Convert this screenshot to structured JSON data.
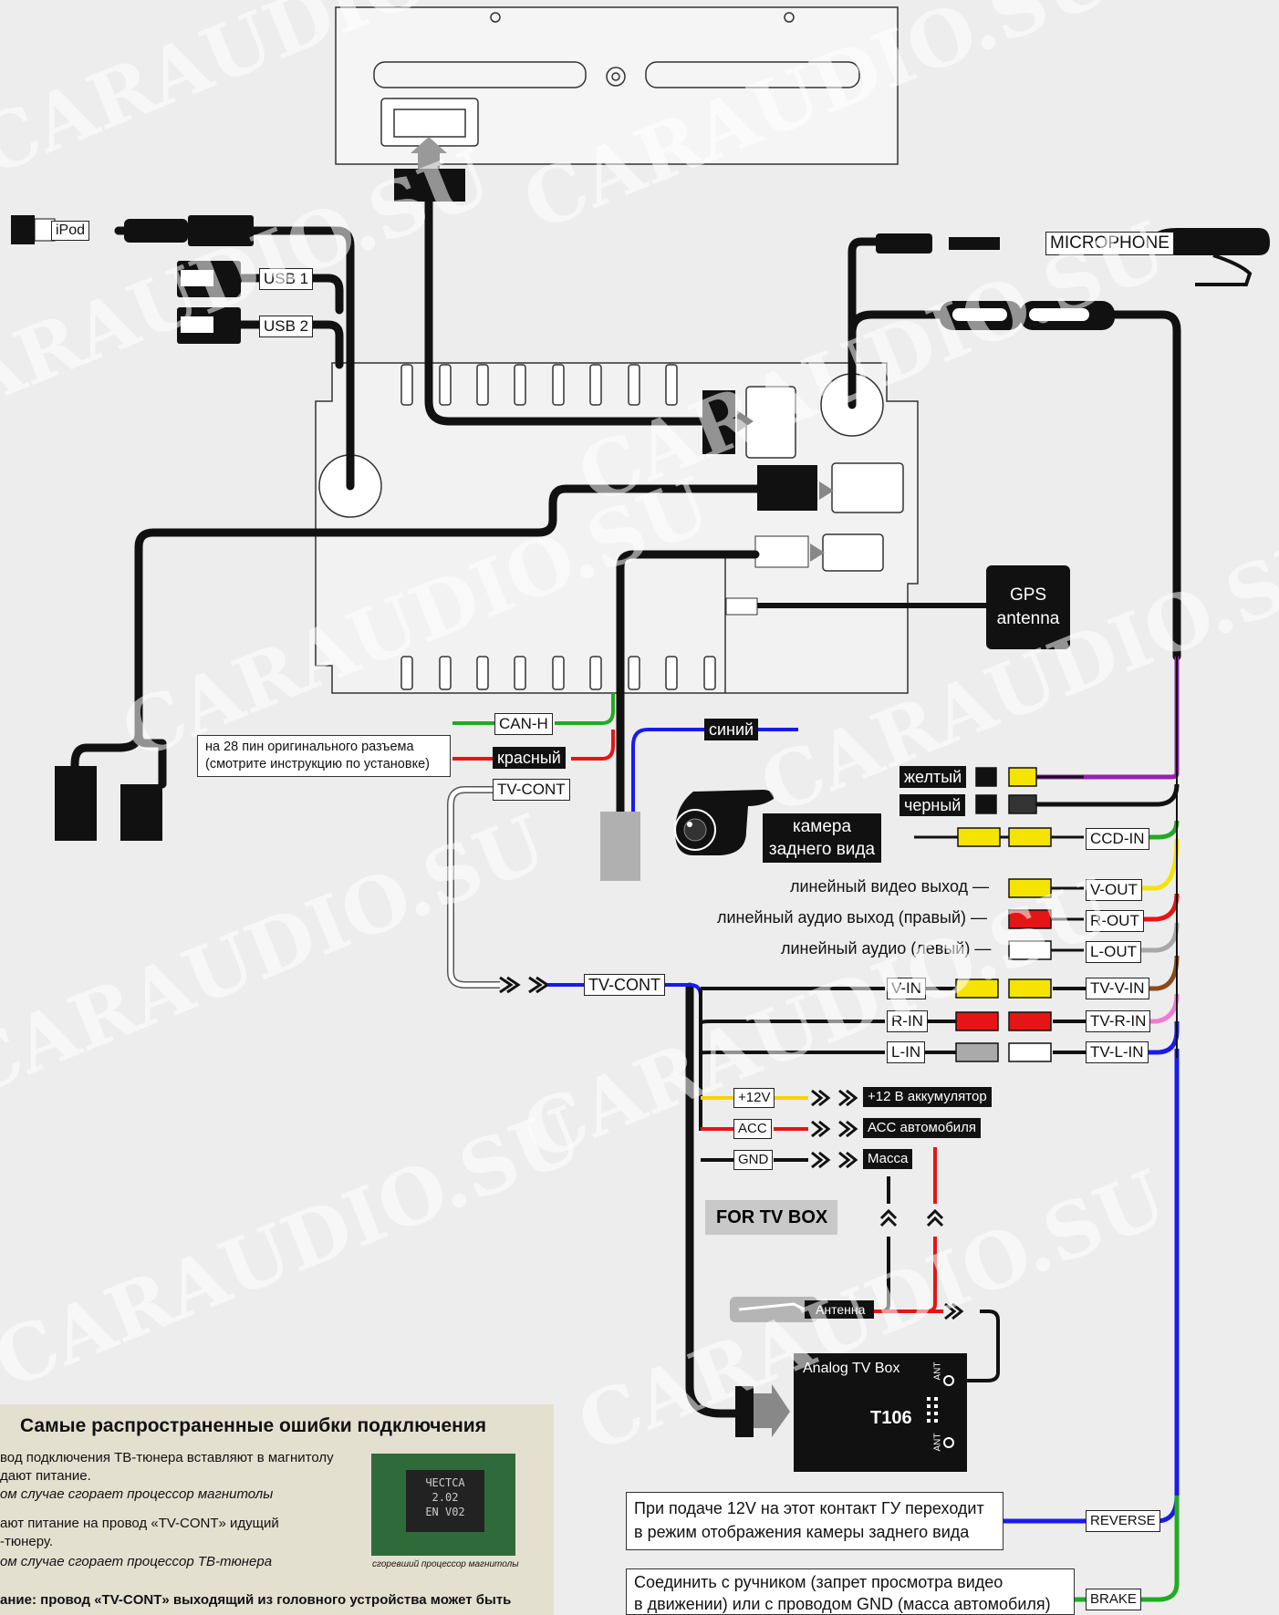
{
  "watermark": "CARAUDIO.SU",
  "connectors": {
    "ipod": "iPod",
    "usb1": "USB 1",
    "usb2": "USB 2",
    "microphone": "MICROPHONE",
    "gps": [
      "GPS",
      "antenna"
    ],
    "can_h": "CAN-H",
    "krasny": "красный",
    "tv_cont": "TV-CONT",
    "siniy": "синий",
    "pin28_note": [
      "на 28 пин оригинального разъема",
      "(смотрите инструкцию по установке)"
    ],
    "zheltiy": "желтый",
    "cherniy": "черный",
    "camera": [
      "камера",
      "заднего вида"
    ],
    "ccd_in": "CCD-IN",
    "line_video_out": "линейный видео выход —",
    "line_audio_right": "линейный аудио выход (правый) —",
    "line_audio_left": "линейный аудио (левый) —",
    "v_out": "V-OUT",
    "r_out": "R-OUT",
    "l_out": "L-OUT",
    "tv_cont2": "TV-CONT",
    "v_in": "V-IN",
    "r_in": "R-IN",
    "l_in": "L-IN",
    "tv_v_in": "TV-V-IN",
    "tv_r_in": "TV-R-IN",
    "tv_l_in": "TV-L-IN",
    "plus12v": "+12V",
    "acc": "ACC",
    "gnd": "GND",
    "plus12_battery": "+12 В аккумулятор",
    "acc_car": "АСС автомобиля",
    "massa": "Масса",
    "for_tv_box": "FOR TV BOX",
    "antenna": "Антенна",
    "tvbox_title": "Analog TV Box",
    "tvbox_model": "T106",
    "tvbox_ant": "ANT",
    "reverse": "REVERSE",
    "brake": "BRAKE",
    "reverse_note": [
      "При подаче 12V на этот контакт ГУ переходит",
      "в режим отображения камеры заднего вида"
    ],
    "brake_note": [
      "Соединить с ручником (запрет просмотра видео",
      "в движении) или с проводом GND (масса автомобиля)"
    ]
  },
  "errors": {
    "title": "Самые распространенные ошибки подключения",
    "lines": [
      "вод подключения ТВ-тюнера вставляют в магнитолу",
      "дают питание.",
      "ом случае сгорает процессор магнитолы",
      "ают питание на провод «TV-CONT» идущий",
      "-тюнеру.",
      "ом случае сгорает процессор ТВ-тюнера",
      "ание: провод «TV-CONT» выходящий из головного устройства может быть"
    ],
    "chip_text": [
      "ЧЕСТСА",
      "2.02",
      "EN V02"
    ],
    "chip_caption": "сгоревший процессор магнитолы"
  },
  "colors": {
    "black": "#111111",
    "purple": "#9b1fb0",
    "green": "#22aa22",
    "yellow": "#f5e400",
    "red": "#e51515",
    "gray": "#a8a8a8",
    "brown": "#8a4a1a",
    "pink": "#f07ad0",
    "blue": "#1a1aee"
  }
}
